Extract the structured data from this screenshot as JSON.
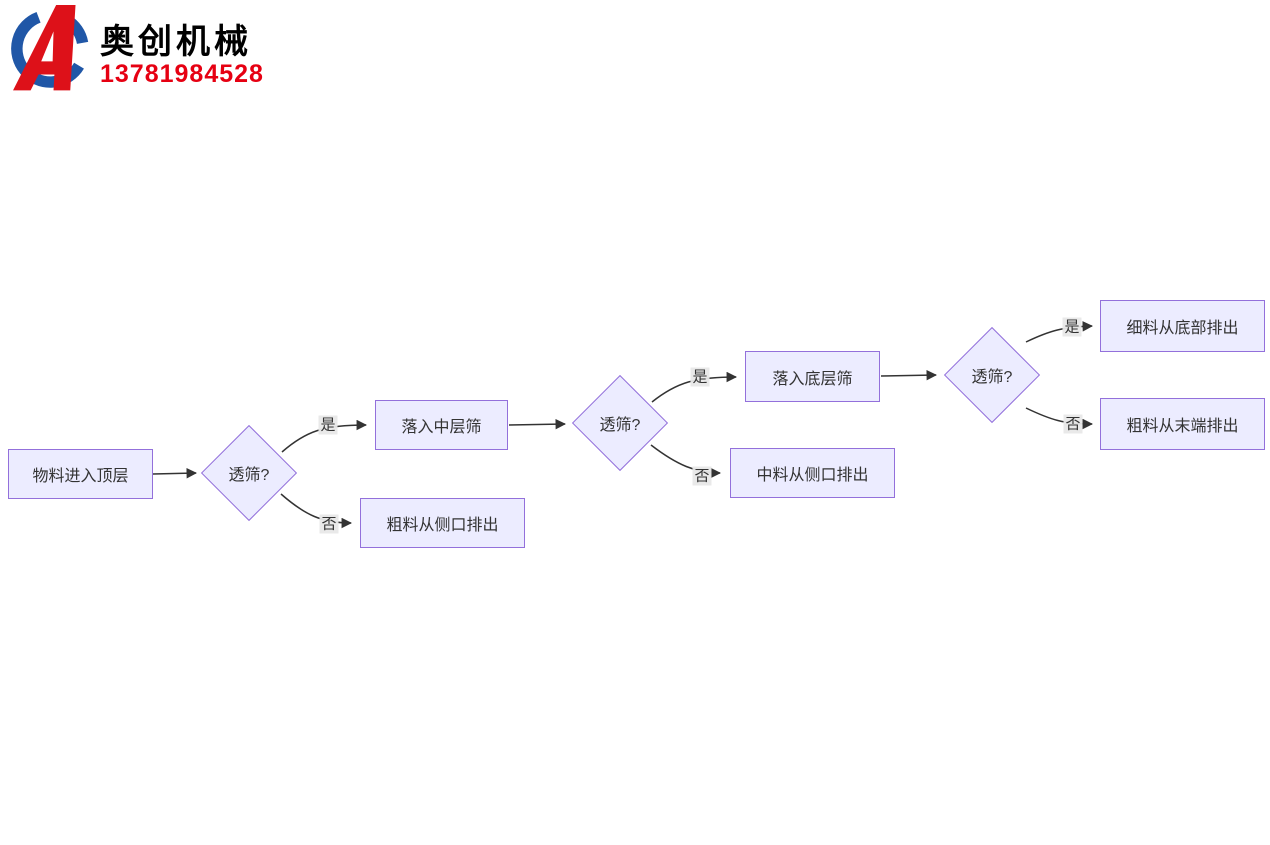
{
  "header": {
    "company_name": "奥创机械",
    "phone": "13781984528",
    "logo": {
      "letter": "A"
    }
  },
  "flowchart": {
    "nodes": [
      {
        "id": "start",
        "type": "rect",
        "label": "物料进入顶层"
      },
      {
        "id": "sieve-1",
        "type": "diamond",
        "label": "透筛?"
      },
      {
        "id": "mid-layer",
        "type": "rect",
        "label": "落入中层筛"
      },
      {
        "id": "coarse-side",
        "type": "rect",
        "label": "粗料从侧口排出"
      },
      {
        "id": "sieve-2",
        "type": "diamond",
        "label": "透筛?"
      },
      {
        "id": "bottom-layer",
        "type": "rect",
        "label": "落入底层筛"
      },
      {
        "id": "mid-side",
        "type": "rect",
        "label": "中料从侧口排出"
      },
      {
        "id": "sieve-3",
        "type": "diamond",
        "label": "透筛?"
      },
      {
        "id": "fine-bottom",
        "type": "rect",
        "label": "细料从底部排出"
      },
      {
        "id": "coarse-end",
        "type": "rect",
        "label": "粗料从末端排出"
      }
    ],
    "edge_labels": {
      "yes": "是",
      "no": "否"
    },
    "edges": [
      {
        "from": "start",
        "to": "sieve-1",
        "label": ""
      },
      {
        "from": "sieve-1",
        "to": "mid-layer",
        "label": "是"
      },
      {
        "from": "sieve-1",
        "to": "coarse-side",
        "label": "否"
      },
      {
        "from": "mid-layer",
        "to": "sieve-2",
        "label": ""
      },
      {
        "from": "sieve-2",
        "to": "bottom-layer",
        "label": "是"
      },
      {
        "from": "sieve-2",
        "to": "mid-side",
        "label": "否"
      },
      {
        "from": "bottom-layer",
        "to": "sieve-3",
        "label": ""
      },
      {
        "from": "sieve-3",
        "to": "fine-bottom",
        "label": "是"
      },
      {
        "from": "sieve-3",
        "to": "coarse-end",
        "label": "否"
      }
    ],
    "colors": {
      "node_fill": "#ECECFF",
      "node_border": "#9370DB",
      "edge": "#333333",
      "edge_label_bg": "#E8E8E8",
      "node_text": "#333333",
      "logo_red": "#DD1119",
      "logo_blue": "#2057A7",
      "phone_red": "#E60012"
    }
  }
}
